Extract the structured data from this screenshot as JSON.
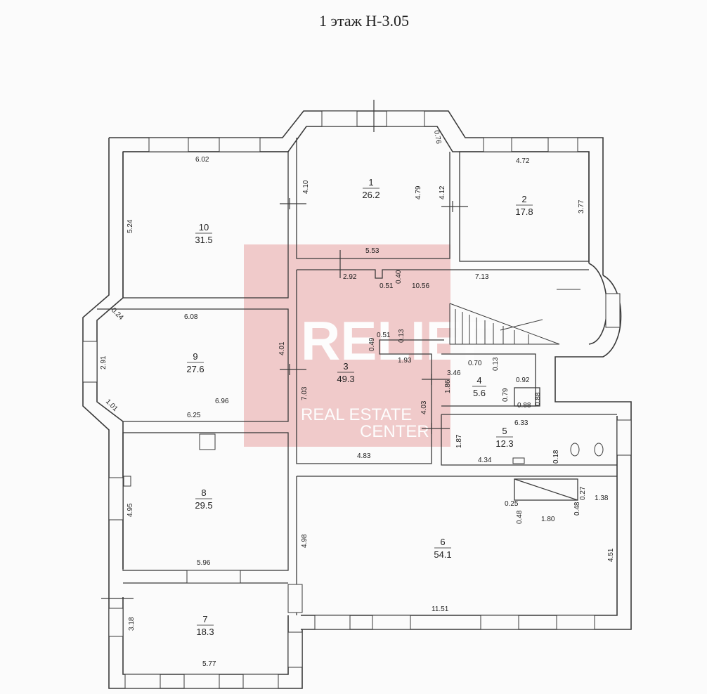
{
  "title": "1 этаж Н-3.05",
  "watermark": {
    "brand": "RELIEF",
    "line1": "REAL ESTATE",
    "line2": "CENTER",
    "color": "#e8a3a3"
  },
  "rooms": [
    {
      "id": "1",
      "area": "26.2"
    },
    {
      "id": "2",
      "area": "17.8"
    },
    {
      "id": "3",
      "area": "49.3"
    },
    {
      "id": "4",
      "area": "5.6"
    },
    {
      "id": "5",
      "area": "12.3"
    },
    {
      "id": "6",
      "area": "54.1"
    },
    {
      "id": "7",
      "area": "18.3"
    },
    {
      "id": "8",
      "area": "29.5"
    },
    {
      "id": "9",
      "area": "27.6"
    },
    {
      "id": "10",
      "area": "31.5"
    }
  ],
  "dimensions": [
    "6.02",
    "5.24",
    "4.10",
    "4.79",
    "0.76",
    "4.12",
    "4.72",
    "3.77",
    "5.53",
    "2.92",
    "0.40",
    "0.51",
    "10.56",
    "7.13",
    "0.24",
    "6.08",
    "2.91",
    "4.01",
    "1.01",
    "6.96",
    "6.25",
    "0.51",
    "0.13",
    "0.49",
    "1.93",
    "0.70",
    "0.13",
    "3.46",
    "1.86",
    "0.79",
    "0.92",
    "0.88",
    "0.88",
    "7.03",
    "4.03",
    "6.33",
    "1.87",
    "0.18",
    "4.34",
    "4.83",
    "4.95",
    "5.96",
    "4.98",
    "0.25",
    "0.27",
    "1.38",
    "0.48",
    "1.80",
    "0.48",
    "4.51",
    "11.51",
    "3.18",
    "5.77"
  ]
}
